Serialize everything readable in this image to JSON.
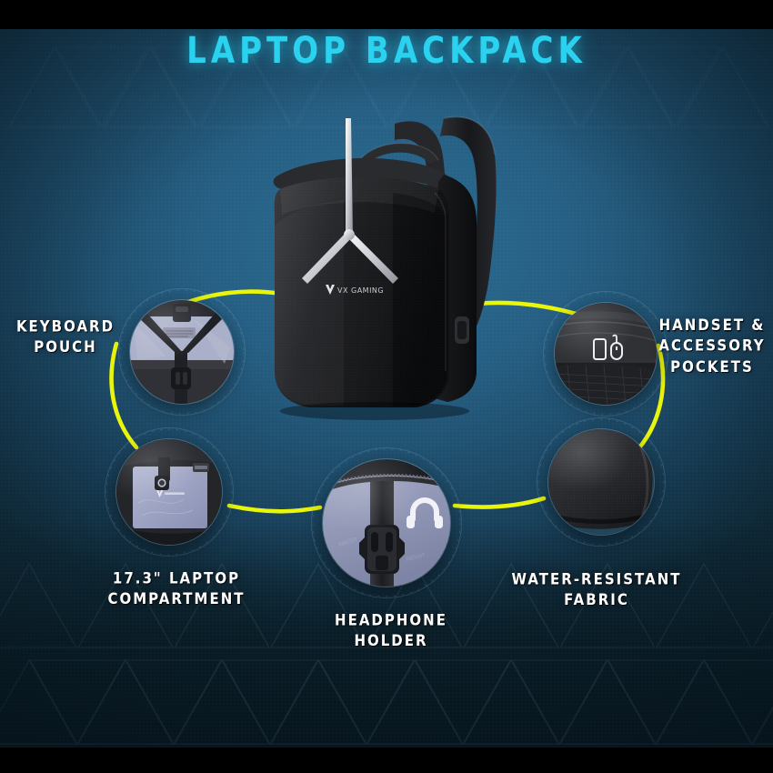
{
  "poster": {
    "title": "LAPTOP BACKPACK",
    "brand": "VX GAMING",
    "colors": {
      "title_cyan": "#2ad2ef",
      "connector_yellow": "#e9f50a",
      "bg_blue": "#27607f",
      "bg_deep": "#0e2835",
      "label_white": "#ffffff",
      "fabric_lavender": "#a8acc8",
      "shell_black": "#1c1c1e"
    }
  },
  "features": [
    {
      "id": "keyboard-pouch",
      "label_lines": [
        "KEYBOARD",
        "POUCH"
      ],
      "label_text": "KEYBOARD POUCH",
      "icon": "none",
      "detail": "Y-shaped black strap with buckle over light lavender lining"
    },
    {
      "id": "handset-accessory-pockets",
      "label_lines": [
        "HANDSET &",
        "ACCESSORY",
        "POCKETS"
      ],
      "label_text": "HANDSET & ACCESSORY POCKETS",
      "icon": "phone-and-mouse-icon",
      "detail": "Dark zippered pockets with mesh panel"
    },
    {
      "id": "laptop-compartment",
      "label_lines": [
        "17.3\" LAPTOP",
        "COMPARTMENT"
      ],
      "label_text": "17.3\" LAPTOP COMPARTMENT",
      "size": "17.3\"",
      "icon": "none",
      "detail": "Padded lavender laptop sleeve with branded tag"
    },
    {
      "id": "headphone-holder",
      "label_lines": [
        "HEADPHONE",
        "HOLDER"
      ],
      "label_text": "HEADPHONE HOLDER",
      "icon": "headphone-icon",
      "detail": "Black webbing strap with side-release buckle"
    },
    {
      "id": "water-resistant-fabric",
      "label_lines": [
        "WATER-RESISTANT",
        "FABRIC"
      ],
      "label_text": "WATER-RESISTANT FABRIC",
      "icon": "none",
      "detail": "Smooth textured hard shell surface"
    }
  ]
}
